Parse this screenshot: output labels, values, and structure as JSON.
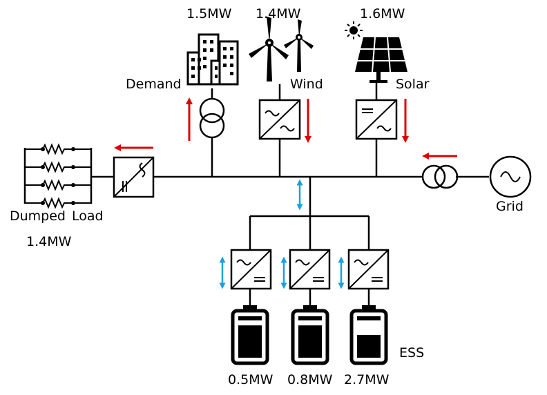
{
  "sources": {
    "demand": {
      "label": "Demand",
      "power": "1.5MW"
    },
    "wind": {
      "label": "Wind",
      "power": "1.4MW"
    },
    "solar": {
      "label": "Solar",
      "power": "1.6MW"
    }
  },
  "dumped_load": {
    "label_line1": "Dumped",
    "label_line2": "Load",
    "power": "1.4MW"
  },
  "grid": {
    "label": "Grid"
  },
  "ess": {
    "label": "ESS",
    "batteries": [
      {
        "power": "0.5MW",
        "level": 0.78
      },
      {
        "power": "0.8MW",
        "level": 0.78
      },
      {
        "power": "2.7MW",
        "level": 0.55
      }
    ]
  },
  "colors": {
    "flow_arrow": "#e00000",
    "bidirectional_arrow": "#1aa0e0",
    "line": "#000000"
  }
}
